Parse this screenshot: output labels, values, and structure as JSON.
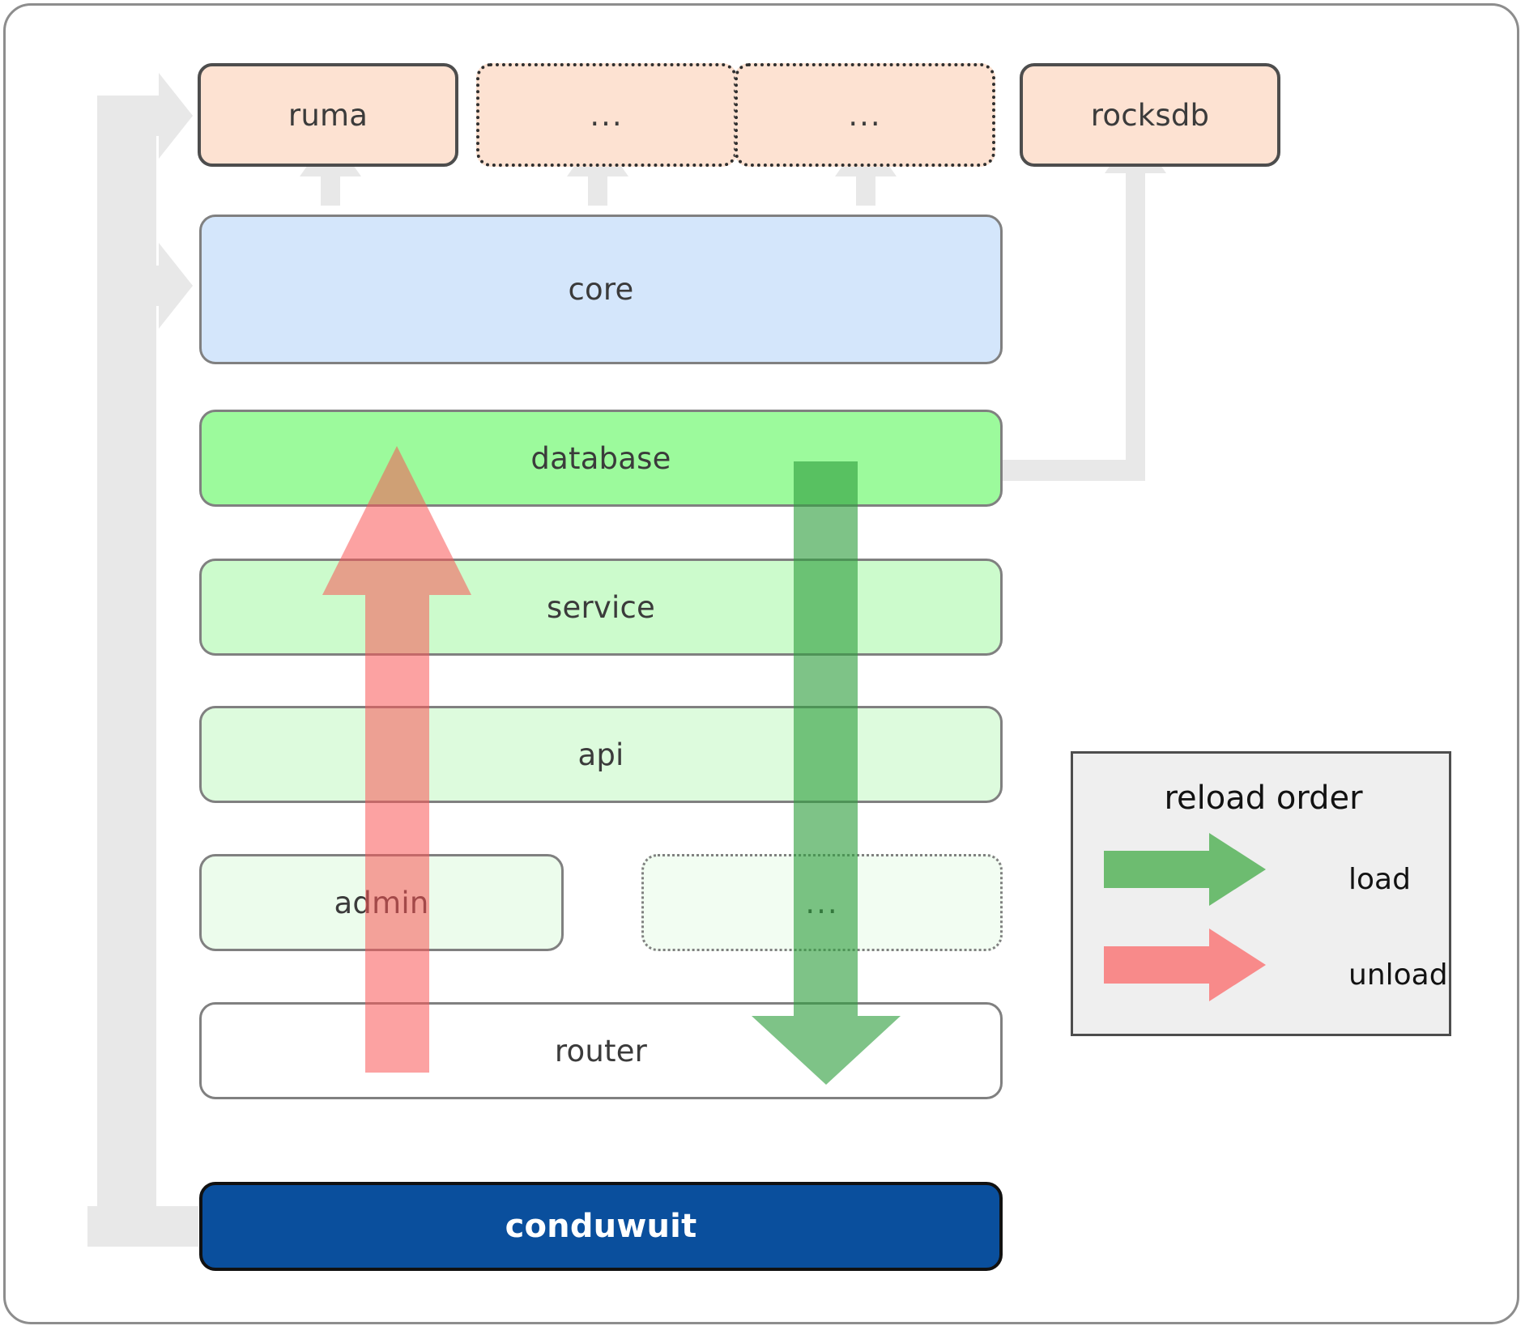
{
  "diagram": {
    "title": "conduwuit crate architecture / reload order",
    "dependencies": [
      {
        "id": "ruma",
        "label": "ruma",
        "style": "solid",
        "color": "#fde2d2"
      },
      {
        "id": "dep-a",
        "label": "...",
        "style": "dotted",
        "color": "#fde2d2"
      },
      {
        "id": "dep-b",
        "label": "...",
        "style": "dotted",
        "color": "#fde2d2"
      },
      {
        "id": "rocksdb",
        "label": "rocksdb",
        "style": "solid",
        "color": "#fde2d2"
      }
    ],
    "layers": [
      {
        "id": "core",
        "label": "core",
        "style": "solid",
        "color": "#d4e6fb"
      },
      {
        "id": "database",
        "label": "database",
        "style": "solid",
        "color": "#9cfa9c"
      },
      {
        "id": "service",
        "label": "service",
        "style": "solid",
        "color": "#ccfbcc"
      },
      {
        "id": "api",
        "label": "api",
        "style": "solid",
        "color": "#ddfbdd"
      },
      {
        "id": "admin",
        "label": "admin",
        "style": "solid",
        "color": "#ecfcec"
      },
      {
        "id": "more",
        "label": "...",
        "style": "dotted",
        "color": "#f2fdf2"
      },
      {
        "id": "router",
        "label": "router",
        "style": "solid",
        "color": "#ffffff"
      }
    ],
    "root": {
      "id": "conduwuit",
      "label": "conduwuit",
      "color": "#0a4f9d",
      "text_color": "#ffffff"
    },
    "legend": {
      "title": "reload order",
      "entries": [
        {
          "id": "load",
          "label": "load",
          "color": "#4caf50"
        },
        {
          "id": "unload",
          "label": "unload",
          "color": "#fa8080"
        }
      ]
    },
    "flow_arrows": [
      {
        "id": "load-arrow",
        "direction": "down",
        "color": "#4caf50",
        "from": "database",
        "to": "router"
      },
      {
        "id": "unload-arrow",
        "direction": "up",
        "color": "#fa8080",
        "from": "router",
        "to": "database"
      }
    ],
    "connector_color": "#e8e8e8"
  }
}
